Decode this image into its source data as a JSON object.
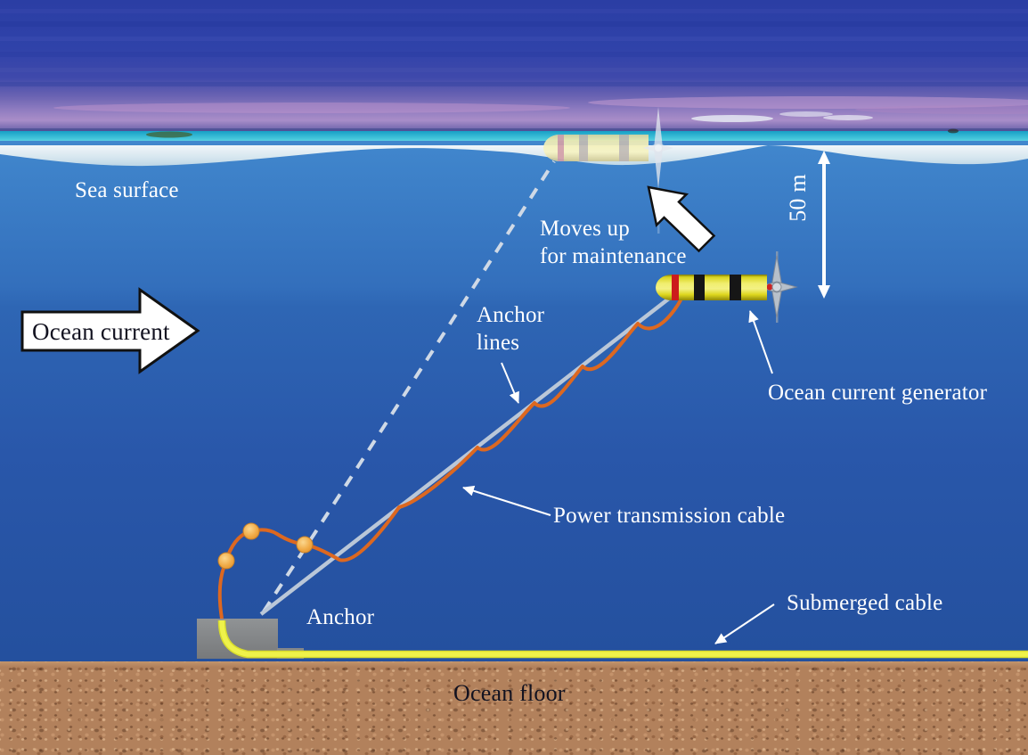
{
  "labels": {
    "sea_surface": "Sea surface",
    "ocean_current": "Ocean current",
    "moves_up_line1": "Moves up",
    "moves_up_line2": "for maintenance",
    "anchor_lines_line1": "Anchor",
    "anchor_lines_line2": "lines",
    "depth": "50 m",
    "generator": "Ocean current generator",
    "power_cable": "Power transmission cable",
    "anchor": "Anchor",
    "submerged_cable": "Submerged cable",
    "ocean_floor": "Ocean floor"
  },
  "colors": {
    "sky_blue": "#2c3fa6",
    "horizon_purple": "#9b86c6",
    "horizon_pink": "#c79dd2",
    "horizon_cyan": "#35c3da",
    "surface_foam": "#d6e6ef",
    "water_top": "#4187cd",
    "water_deep": "#24509e",
    "floor_sand": "#b2815c",
    "generator_yellow": "#e8e02a",
    "generator_band_black": "#1a1a1a",
    "generator_ring_red": "#cc1c1c",
    "buoy_orange": "#efa440",
    "cable_orange": "#dd6820",
    "submerged_cable_yellow": "#e9ed3f",
    "anchor_gray": "#878a8c",
    "anchor_line_gray": "#bac7d8",
    "label_white": "#ffffff",
    "label_black": "#121220"
  }
}
